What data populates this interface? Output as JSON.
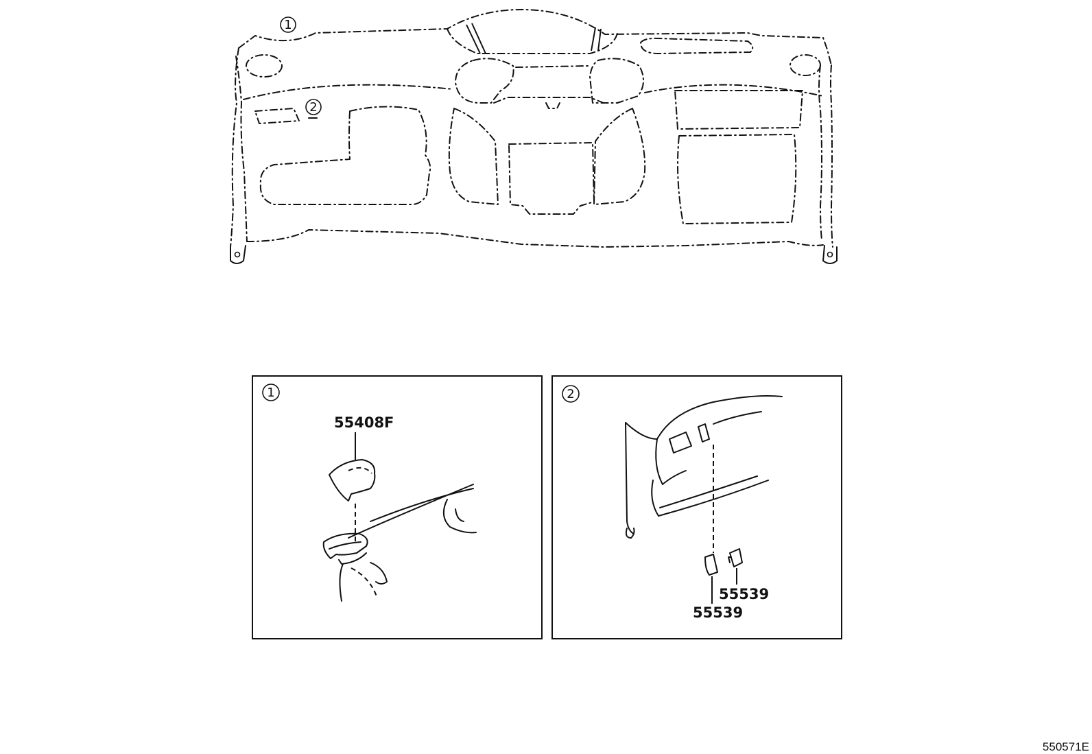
{
  "overview": {
    "callout_1": "1",
    "callout_2": "2"
  },
  "detail_1": {
    "badge": "1",
    "part_55408F": "55408F"
  },
  "detail_2": {
    "badge": "2",
    "part_55539_a": "55539",
    "part_55539_b": "55539"
  },
  "figure_ref": "550571E"
}
